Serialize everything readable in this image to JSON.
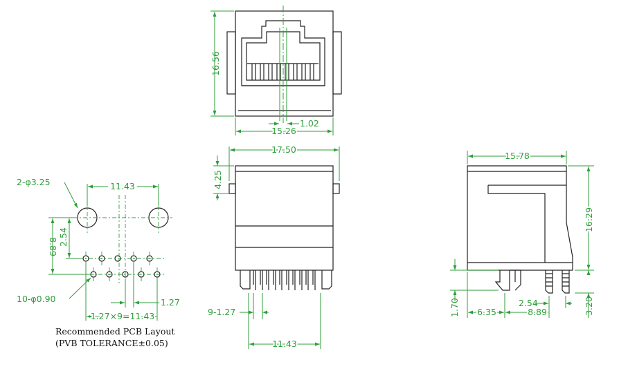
{
  "colors": {
    "outline": "#222222",
    "dimension": "#2e9e3a",
    "caption": "#111111"
  },
  "top_view": {
    "height": "16.56",
    "pitch": "1.02",
    "width": "15.26"
  },
  "front_view": {
    "width": "17.50",
    "tab_height": "4.25",
    "pin_pitch": "9-1.27",
    "pin_span": "11.43"
  },
  "side_view": {
    "depth": "15.78",
    "height": "16.29",
    "post_length": "1.70",
    "pin_offset": "6.35",
    "post_pitch": "2.54",
    "pin_row_spacing": "8.89",
    "pin_length": "3.20"
  },
  "pcb_layout": {
    "mount_holes": "2-φ3.25",
    "hole_spacing": "11.43",
    "vertical_2": "2.54",
    "vertical_1": "8.89",
    "pin_holes": "10-φ0.90",
    "stagger": "1.27",
    "pitch_total": "1.27×9=11.43",
    "caption_line1": "Recommended PCB Layout",
    "caption_line2": "(PVB TOLERANCE±0.05)"
  }
}
